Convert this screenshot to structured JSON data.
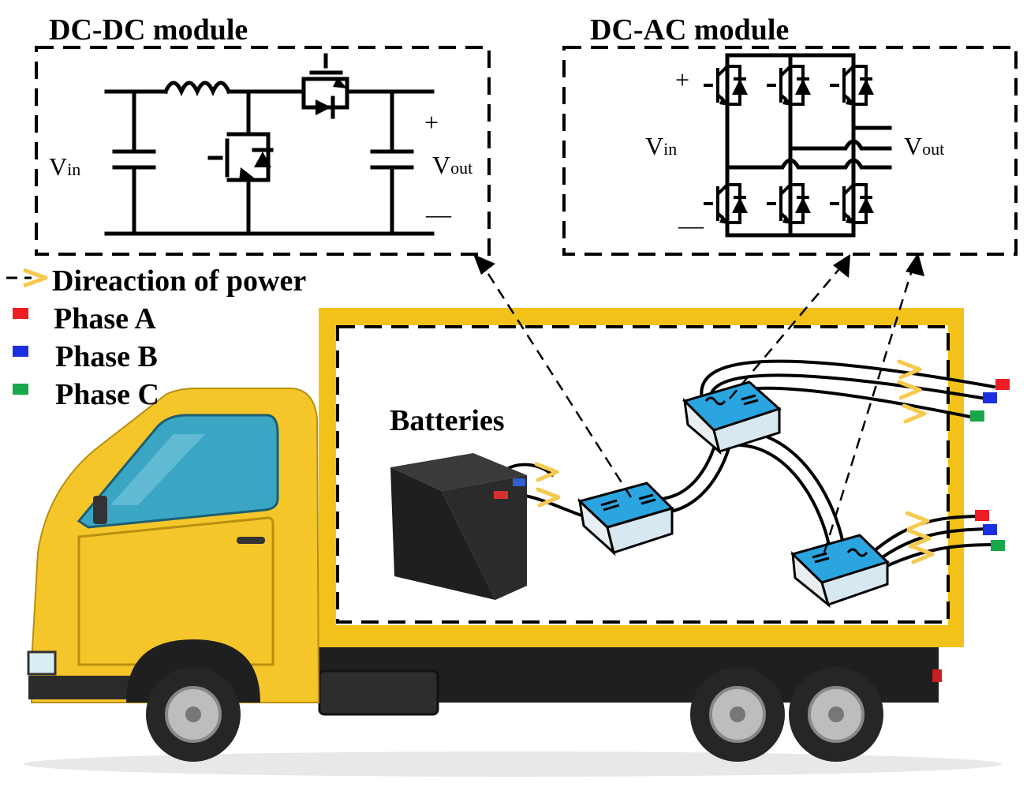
{
  "titles": {
    "dcdc": "DC-DC module",
    "dcac": "DC-AC module"
  },
  "dcdc_labels": {
    "vin_main": "V",
    "vin_sub": "in",
    "vout_main": "V",
    "vout_sub": "out",
    "plus": "+",
    "minus": "—"
  },
  "dcac_labels": {
    "vin_main": "V",
    "vin_sub": "in",
    "vout_main": "V",
    "vout_sub": "out",
    "plus": "+",
    "minus": "—"
  },
  "legend": {
    "direction": "Direaction of power",
    "phases": [
      {
        "label": "Phase A",
        "color": "#ee1c24"
      },
      {
        "label": "Phase B",
        "color": "#1a2fe0"
      },
      {
        "label": "Phase C",
        "color": "#17a84b"
      }
    ],
    "arrow_color": "#f6c94f"
  },
  "batteries_label": "Batteries",
  "colors": {
    "truck_body": "#f2c21b",
    "truck_cab": "#f5c62a",
    "window": "#3aa6c4",
    "module_top": "#2aa5e0",
    "chassis": "#1e1e1e"
  }
}
